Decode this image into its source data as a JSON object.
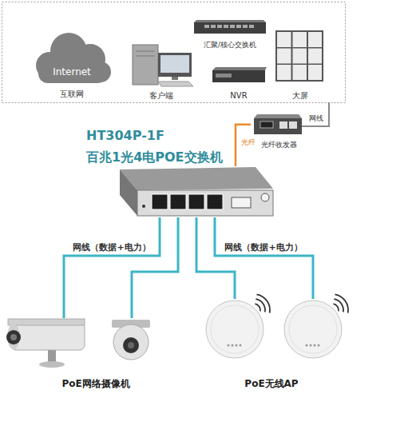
{
  "diagram": {
    "nodes": [
      {
        "text": [
          "Internet",
          "互联网"
        ]
      },
      {
        "text": [
          "客户端"
        ]
      },
      {
        "text": [
          "汇聚/核心交换机"
        ]
      },
      {
        "text": [
          "NVR"
        ]
      },
      {
        "text": [
          "大屏"
        ]
      },
      {
        "text": [
          "光纤收发器"
        ]
      },
      {
        "text": [
          "HT304P-1F",
          "百兆1光4电POE交换机"
        ]
      },
      {
        "text": [
          "PoE网络摄像机"
        ]
      },
      {
        "text": [
          "PoE无线AP"
        ]
      }
    ],
    "edges": [
      {
        "from": 5,
        "to": 6,
        "arrow": "none",
        "label": "光纤"
      },
      {
        "from": 6,
        "to": 7,
        "arrow": "none",
        "label": "网线（数据+电力）"
      },
      {
        "from": 6,
        "to": 7,
        "arrow": "none"
      },
      {
        "from": 6,
        "to": 8,
        "arrow": "none"
      },
      {
        "from": 6,
        "to": 8,
        "arrow": "none",
        "label": "网线（数据+电力）"
      }
    ],
    "labels": [
      "网线"
    ]
  }
}
